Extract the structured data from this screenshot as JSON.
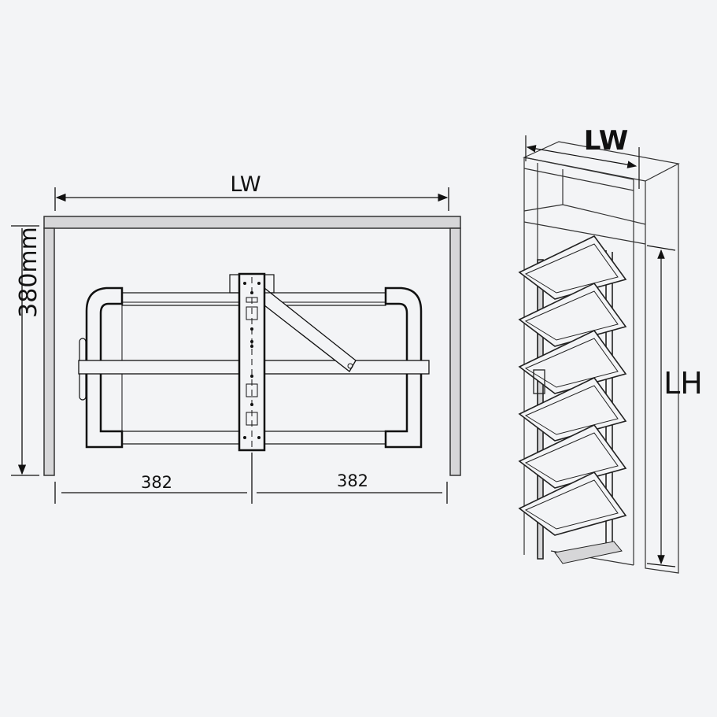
{
  "plan_view": {
    "width_label": "LW",
    "depth_label": "380mm",
    "left_section_label": "382",
    "right_section_label": "382"
  },
  "cabinet_view": {
    "width_label": "LW",
    "height_label": "LH"
  },
  "colors": {
    "background": "#f3f4f6",
    "cabinet_fill": "#d6d6d8",
    "line": "#111111"
  }
}
